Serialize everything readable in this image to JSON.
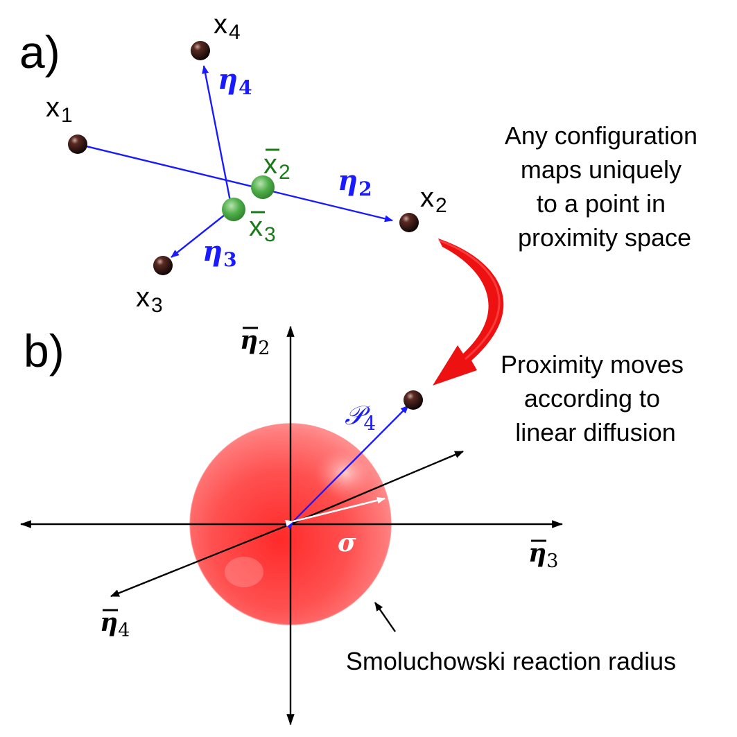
{
  "panels": {
    "a": {
      "label": "a)"
    },
    "b": {
      "label": "b)"
    }
  },
  "particles": {
    "x1": {
      "base": "x",
      "sub": "1"
    },
    "x2": {
      "base": "x",
      "sub": "2"
    },
    "x3": {
      "base": "x",
      "sub": "3"
    },
    "x4": {
      "base": "x",
      "sub": "4"
    },
    "x2bar": {
      "base": "x",
      "sub": "2"
    },
    "x3bar": {
      "base": "x",
      "sub": "3"
    }
  },
  "vectors": {
    "eta2": {
      "base": "η",
      "sub": "2"
    },
    "eta3": {
      "base": "η",
      "sub": "3"
    },
    "eta4": {
      "base": "η",
      "sub": "4"
    }
  },
  "axes": {
    "eta2bar": {
      "base": "η",
      "sub": "2"
    },
    "eta3bar": {
      "base": "η",
      "sub": "3"
    },
    "eta4bar": {
      "base": "η",
      "sub": "4"
    }
  },
  "proximity": {
    "base": "𝒫",
    "sub": "4"
  },
  "radius_symbol": "σ",
  "notes": {
    "mapping": [
      "Any configuration",
      "maps uniquely",
      "to a point in",
      "proximity space"
    ],
    "diffusion": [
      "Proximity moves",
      "according to",
      "linear diffusion"
    ],
    "reaction": "Smoluchowski reaction radius"
  },
  "colors": {
    "vector": "#1a1aff",
    "center_of_mass": "#3aa33a",
    "sphere": "#ff3b3b",
    "curved_arrow": "#ee1111",
    "particle": "#2a0f0f"
  }
}
